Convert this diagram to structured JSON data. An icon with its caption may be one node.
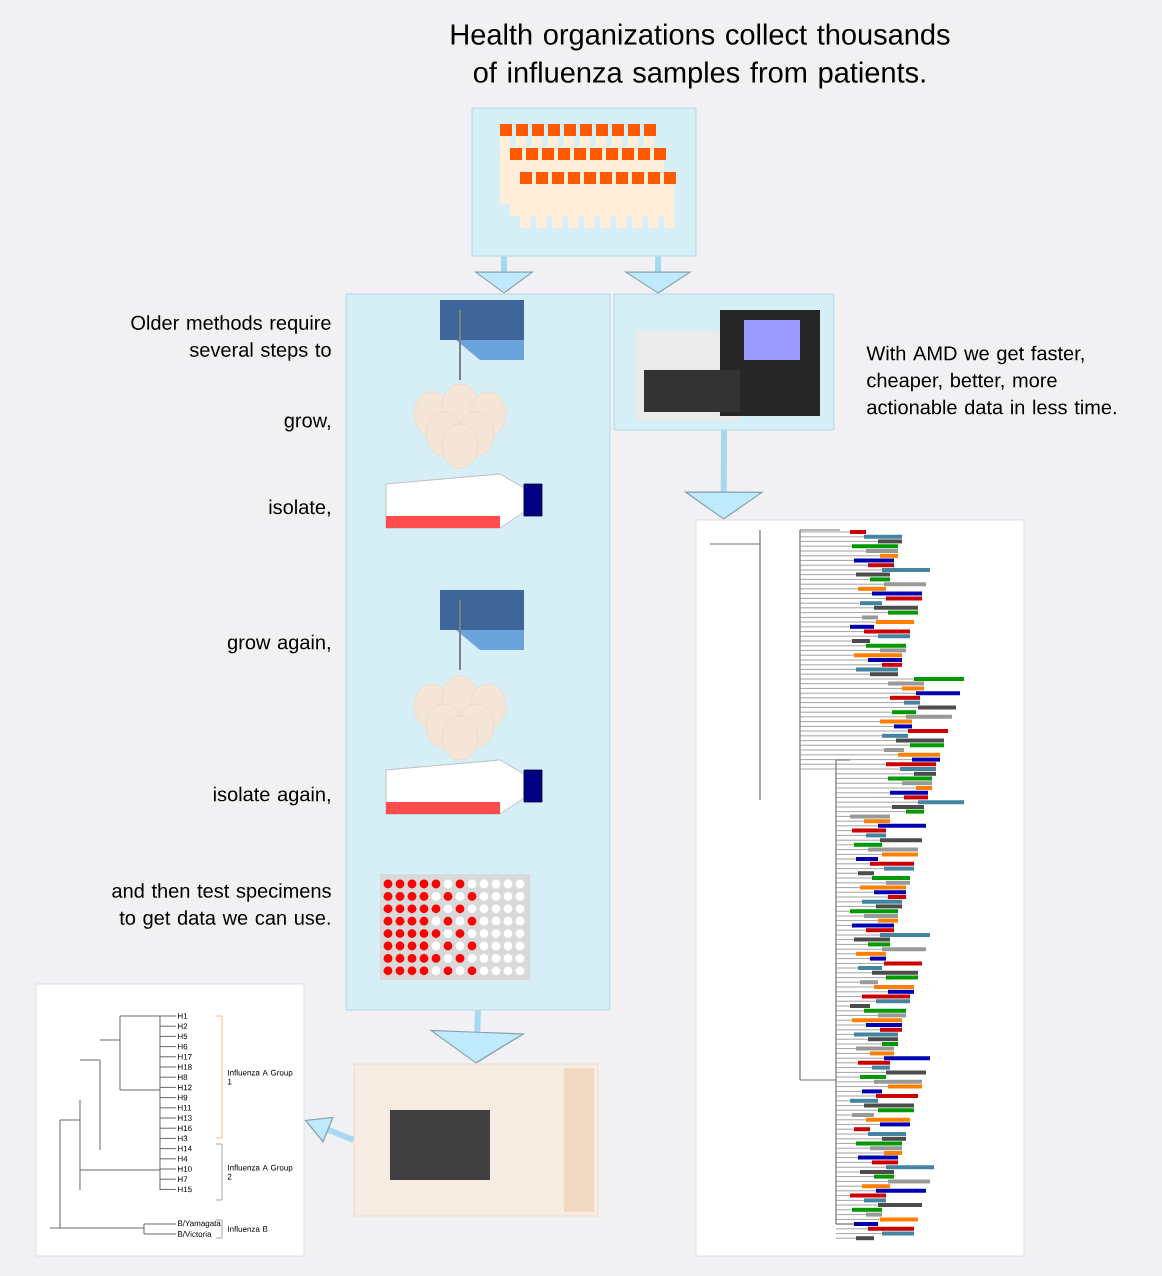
{
  "diagram": {
    "title": "Health organizations collect thousands of influenza samples from patients.",
    "nodes": [
      {
        "text": [],
        "shape": "picture"
      },
      {
        "text": [],
        "shape": "picture",
        "beside": [
          "Older methods require several steps to",
          "grow,",
          "isolate,",
          "grow again,",
          "isolate again,",
          "and then test specimens to get data we can use."
        ]
      },
      {
        "text": [],
        "shape": "picture",
        "beside": [
          "With AMD we get faster, cheaper, better, more actionable data in less time."
        ]
      },
      {
        "text": [],
        "shape": "picture"
      },
      {
        "text": [],
        "shape": "picture"
      },
      {
        "text": [
          "H1",
          "H2",
          "H5",
          "H6",
          "H17",
          "H18",
          "H8",
          "H12",
          "H9",
          "H11",
          "H13",
          "H16",
          "H3",
          "H14",
          "H4",
          "H10",
          "H7",
          "H15",
          "B/Yamagata",
          "B/Victoria",
          "Influenza A Group 1",
          "Influenza A Group 2",
          "Influenza B"
        ]
      }
    ],
    "edges": [
      {
        "from": 0,
        "to": 1,
        "arrow": "to"
      },
      {
        "from": 0,
        "to": 2,
        "arrow": "to"
      },
      {
        "from": 1,
        "to": 4,
        "arrow": "to"
      },
      {
        "from": 4,
        "to": 5,
        "arrow": "to"
      },
      {
        "from": 2,
        "to": 3,
        "arrow": "to"
      }
    ]
  }
}
